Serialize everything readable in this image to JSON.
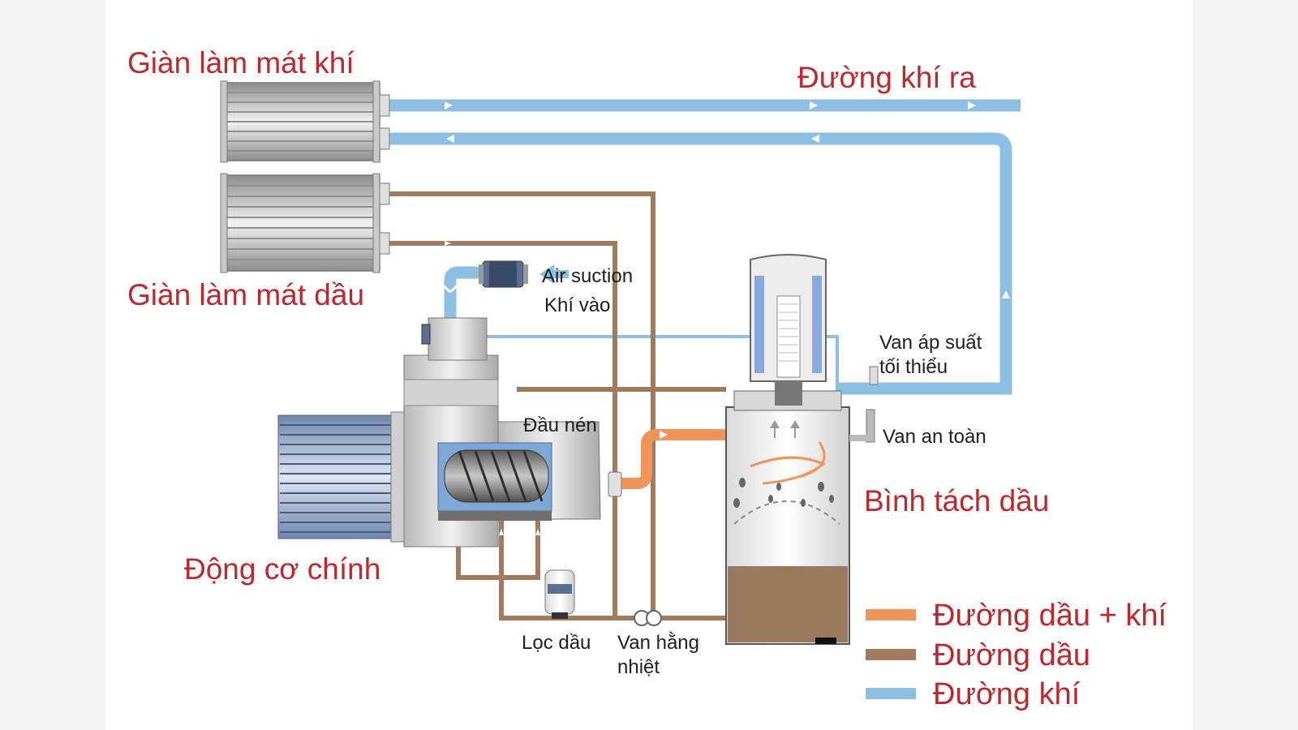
{
  "labels": {
    "air_cooler": "Giàn làm mát khí",
    "oil_cooler": "Giàn làm mát dầu",
    "air_outlet": "Đường khí ra",
    "air_suction": "Air suction",
    "air_inlet": "Khí vào",
    "min_pressure_valve_line1": "Van áp suất",
    "min_pressure_valve_line2": "tối thiểu",
    "compressor_head": "Đầu nén",
    "safety_valve": "Van an toàn",
    "separator_tank": "Bình tách dầu",
    "main_motor": "Động cơ chính",
    "oil_filter": "Lọc dầu",
    "thermostatic_valve_line1": "Van hằng",
    "thermostatic_valve_line2": "nhiệt"
  },
  "legend": [
    {
      "label": "Đường dầu + khí",
      "color": "#f0955a"
    },
    {
      "label": "Đường dầu",
      "color": "#a07b5d"
    },
    {
      "label": "Đường khí",
      "color": "#8dbfe2"
    }
  ],
  "colors": {
    "oil_air_line": "#f0955a",
    "oil_line": "#a07b5d",
    "air_line": "#8dbfe2",
    "label_red": "#c0272d",
    "oil_level": "#9a7a5e"
  }
}
